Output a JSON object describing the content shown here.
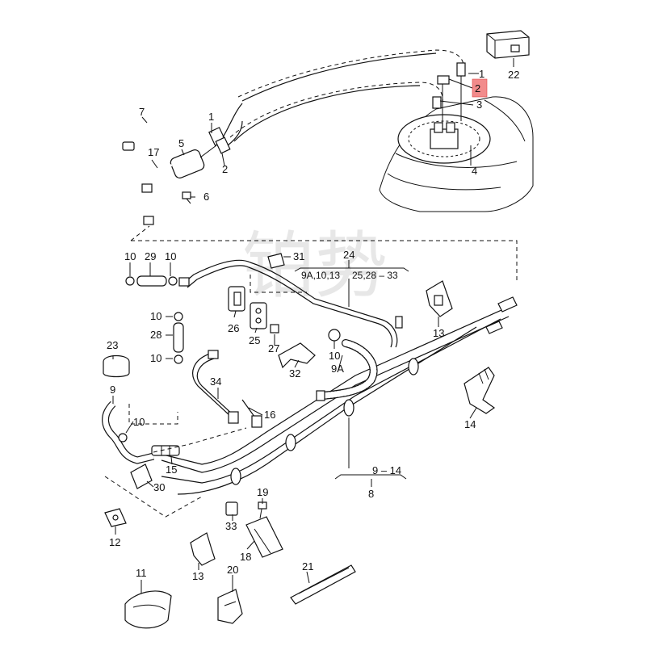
{
  "watermark": "铂势",
  "highlight_color": "#f28b8b",
  "callouts": {
    "c1a": "1",
    "c1b": "1",
    "c2a": "2",
    "c2b": "2",
    "c3": "3",
    "c4": "4",
    "c5": "5",
    "c6": "6",
    "c7": "7",
    "c8": "8",
    "c9": "9",
    "c9a": "9A",
    "c10a": "10",
    "c10b": "10",
    "c10c": "10",
    "c10d": "10",
    "c10e": "10",
    "c10f": "10",
    "c11": "11",
    "c12": "12",
    "c13a": "13",
    "c13b": "13",
    "c14": "14",
    "c15": "15",
    "c16": "16",
    "c17": "17",
    "c18": "18",
    "c19": "19",
    "c20": "20",
    "c21": "21",
    "c22": "22",
    "c23": "23",
    "c24": "24",
    "c25": "25",
    "c26": "26",
    "c27": "27",
    "c28": "28",
    "c29": "29",
    "c30": "30",
    "c31": "31",
    "c32": "32",
    "c33": "33",
    "c34": "34",
    "group24_left": "9A,10,13",
    "group24_right": "25,28 – 33",
    "group8": "9 – 14"
  }
}
